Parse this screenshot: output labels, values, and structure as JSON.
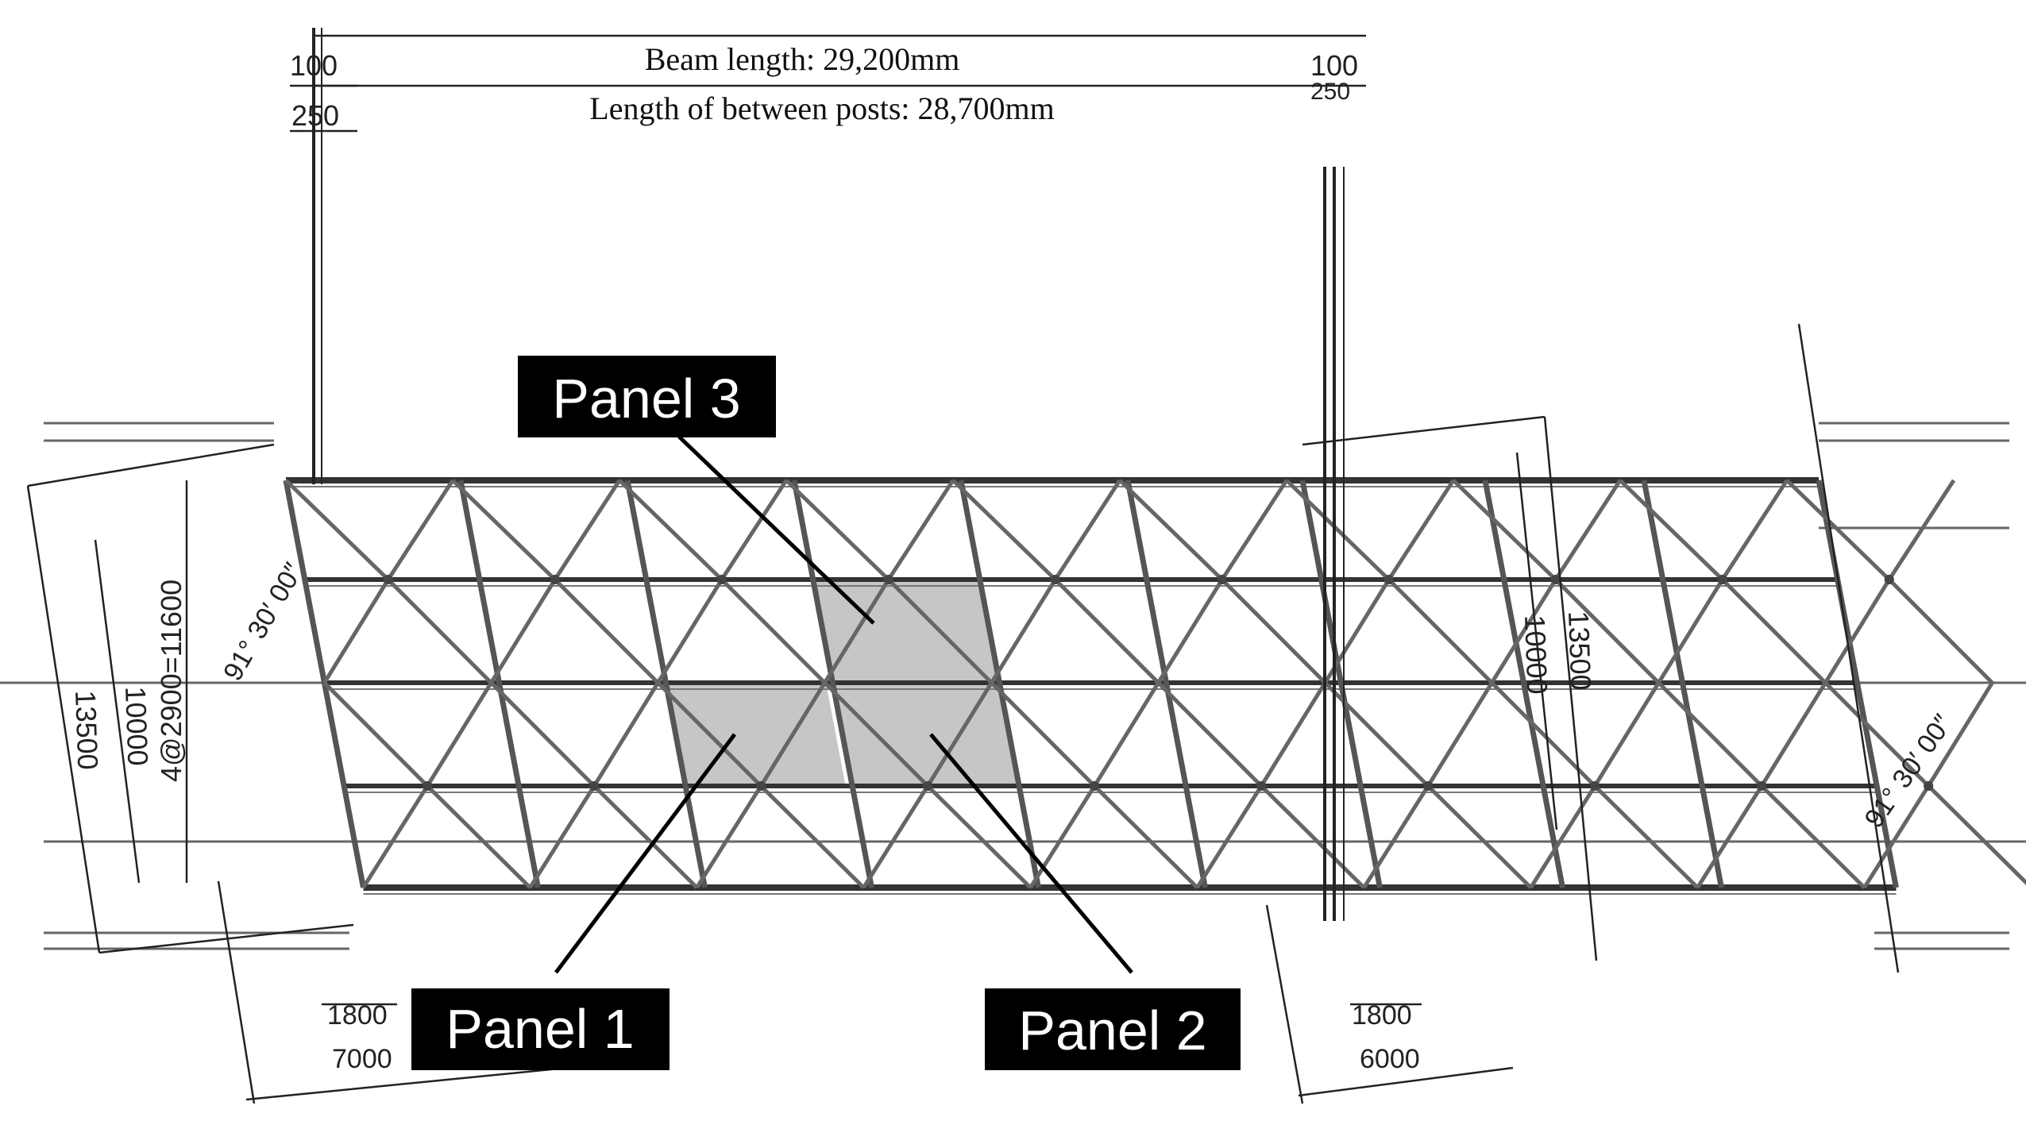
{
  "dimensions": {
    "beam_length": "Beam length: 29,200mm",
    "between_posts": "Length of between posts: 28,700mm",
    "top_left_a": "100",
    "top_left_b": "250",
    "top_right_a": "100",
    "top_right_b": "250"
  },
  "left_dims": {
    "overall": "13500",
    "inner": "10000",
    "spacing": "4@2900=11600",
    "angle": "91° 30′ 00″"
  },
  "right_dims": {
    "inner": "10000",
    "overall": "13500",
    "angle": "91° 30′ 00″"
  },
  "bottom_dims": {
    "left_small": "1800",
    "left_big": "7000",
    "right_small": "1800",
    "right_big": "6000"
  },
  "callouts": {
    "panel1": "Panel 1",
    "panel2": "Panel 2",
    "panel3": "Panel 3"
  },
  "colors": {
    "panel_fill": "#c6c6c6",
    "truss": "#555555",
    "callout_bg": "#000000",
    "callout_text": "#ffffff"
  }
}
